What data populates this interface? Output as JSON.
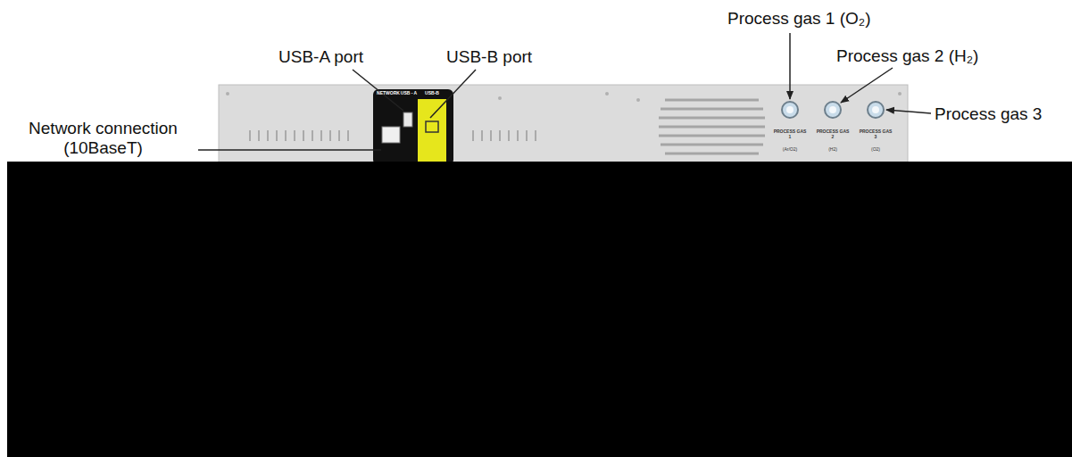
{
  "diagram": {
    "labels": [
      "Process gas 1 (O₂)",
      "USB-A port",
      "USB-B port",
      "Process gas 2 (H₂)",
      "Network connection (10BaseT)",
      "Process gas 3",
      "NETWORK",
      "USB - A",
      "USB-B",
      "PROCESS GAS 1",
      "PROCESS GAS 2",
      "PROCESS GAS 3",
      "(Ar/O2)",
      "(H2)",
      "(O2)"
    ]
  }
}
